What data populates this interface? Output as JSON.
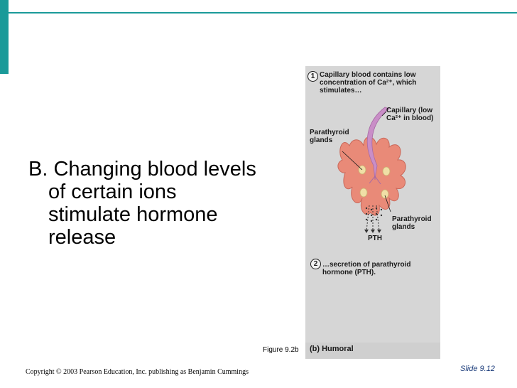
{
  "slide": {
    "bullet": "B. Changing blood levels of certain ions stimulate hormone release",
    "figure_caption": "Figure 9.2b",
    "copyright": "Copyright © 2003 Pearson Education, Inc. publishing as Benjamin Cummings",
    "slide_number": "Slide 9.12"
  },
  "figure": {
    "step1_number": "1",
    "step1_text": "Capillary blood contains low concentration of Ca²⁺, which stimulates…",
    "capillary_label": "Capillary (low Ca²⁺ in blood)",
    "parathyroid_label_left": "Parathyroid glands",
    "parathyroid_label_right": "Parathyroid glands",
    "pth_label": "PTH",
    "step2_number": "2",
    "step2_text": "…secretion of parathyroid hormone (PTH).",
    "panel_label": "(b)  Humoral"
  },
  "colors": {
    "accent": "#1a9a99",
    "slide_number": "#1a3b7a",
    "thyroid": "#e98a78",
    "capillary": "#c98ec7",
    "gland": "#f0dfa6"
  }
}
